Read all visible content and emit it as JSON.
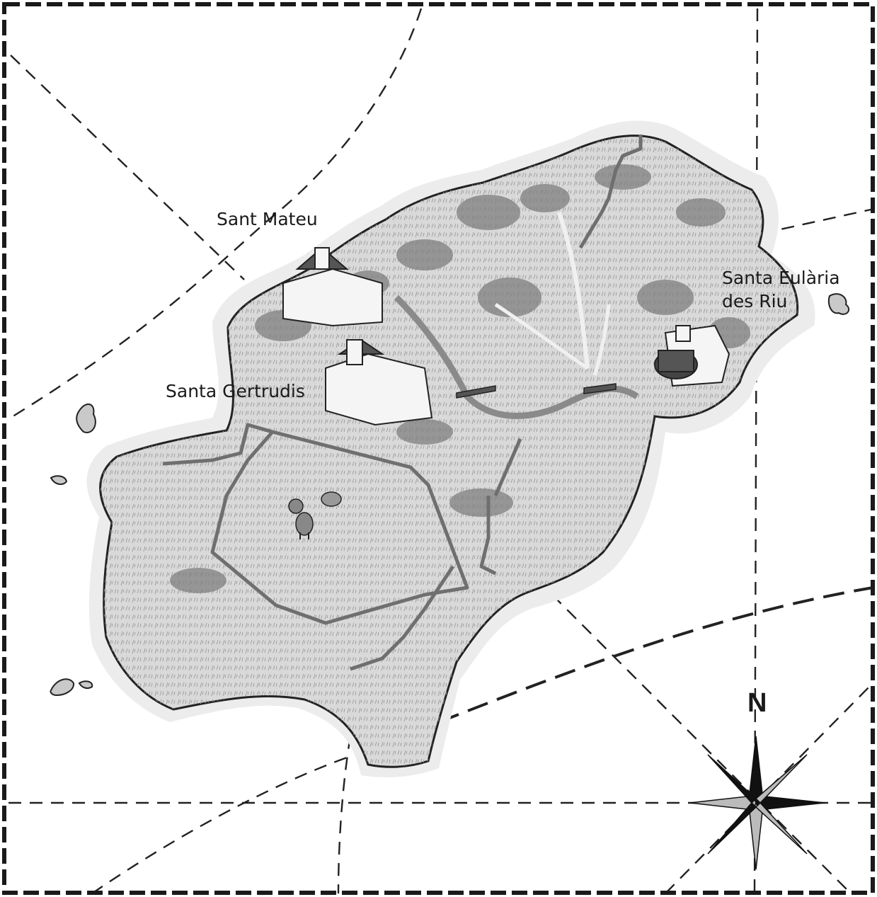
{
  "labels": {
    "sant_mateu": "Sant Mateu",
    "santa_gertrudis": "Santa Gertrudis",
    "santa_eularia_line1": "Santa Eulària",
    "santa_eularia_line2": "des Riu",
    "compass_north": "N"
  },
  "colors": {
    "land": "#d9d9d9",
    "land_halo": "#ececec",
    "coastline": "#222222",
    "roads": "#6f6f6f",
    "vegetation": "#7f7f7f",
    "river": "#8a8a8a",
    "border": "#1a1a1a",
    "dashed_lines": "#222222"
  },
  "icons": [
    "compass-rose-icon",
    "church-icon",
    "goat-icon",
    "tower-icon",
    "bridge-icon",
    "tree-icon"
  ]
}
